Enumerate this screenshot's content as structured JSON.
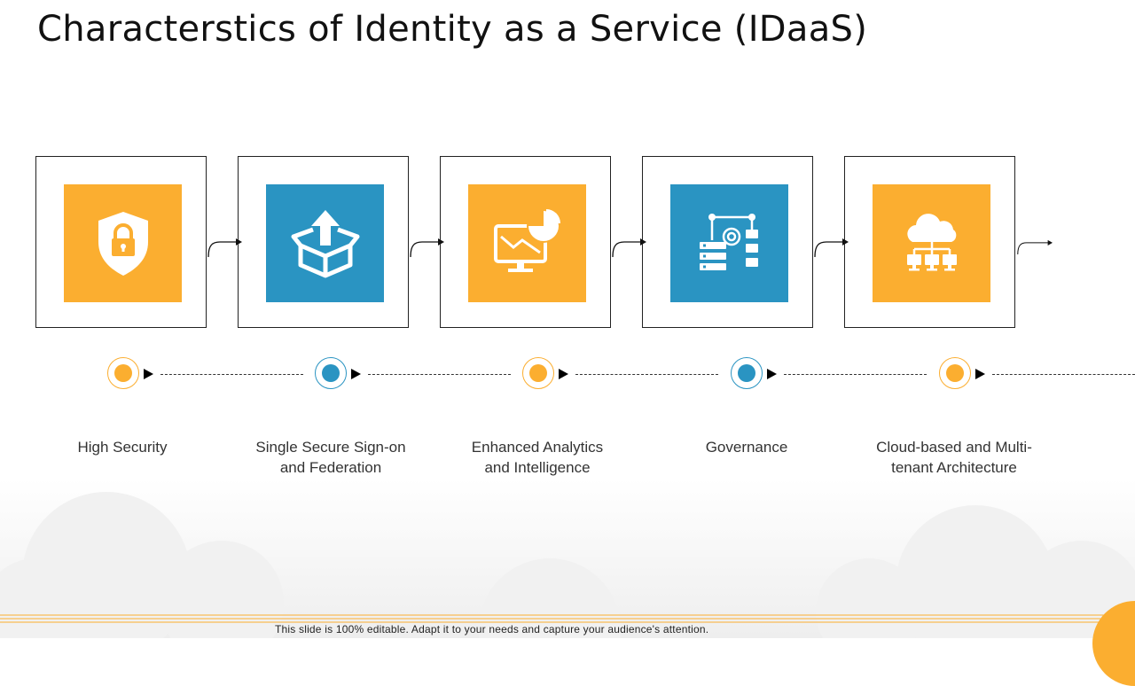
{
  "slide": {
    "title": "Characterstics of Identity as a Service (IDaaS)",
    "footer": "This slide is 100% editable. Adapt it to your needs and capture your audience's attention."
  },
  "colors": {
    "orange": "#FBAE30",
    "blue": "#2A94C2",
    "dark": "#222222"
  },
  "items": [
    {
      "label": "High Security",
      "icon": "shield-lock-icon",
      "color": "orange"
    },
    {
      "label": "Single Secure Sign-on and Federation",
      "icon": "box-upload-icon",
      "color": "blue"
    },
    {
      "label": "Enhanced Analytics and Intelligence",
      "icon": "monitor-chart-icon",
      "color": "orange"
    },
    {
      "label": "Governance",
      "icon": "server-network-icon",
      "color": "blue"
    },
    {
      "label": "Cloud-based and Multi-tenant Architecture",
      "icon": "cloud-network-icon",
      "color": "orange"
    }
  ]
}
